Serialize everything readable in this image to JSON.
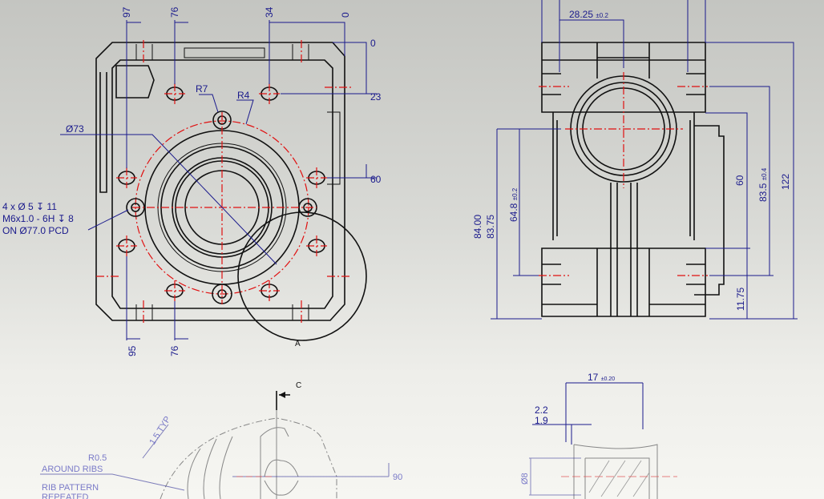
{
  "front_view": {
    "dims_top": [
      "97",
      "76",
      "34",
      "0"
    ],
    "dims_right": [
      "0",
      "23",
      "60"
    ],
    "dims_bottom": [
      "95",
      "76"
    ],
    "radius_r7": "R7",
    "radius_r4": "R4",
    "diameter_73": "Ø73",
    "hole_note": [
      "4 x Ø 5 ↧ 11",
      "M6x1.0 - 6H ↧ 8",
      "ON Ø77.0 PCD"
    ],
    "detail_label": "A"
  },
  "side_view": {
    "dim_top": "28.25",
    "dim_top_tol": "±0.2",
    "dim_left_outer": [
      "84.00",
      "83.75"
    ],
    "dim_left_inner": "64.8",
    "dim_left_inner_tol": "±0.2",
    "dim_right_60": "60",
    "dim_right_83_5": "83.5",
    "dim_right_83_5_tol": "±0.4",
    "dim_right_122": "122",
    "dim_right_11_75": "11.75"
  },
  "section_view": {
    "section_label": "C",
    "thickness_note": "1.5 TYP",
    "rib_note": [
      "R0.5",
      "AROUND RIBS",
      "RIB PATTERN",
      "REPEATED"
    ],
    "dim_90": "90"
  },
  "detail_view": {
    "dim_17": "17",
    "dim_17_tol": "±0.20",
    "dim_2_2": "2.2",
    "dim_1_9": "1.9",
    "dim_dia_8": "Ø8"
  }
}
